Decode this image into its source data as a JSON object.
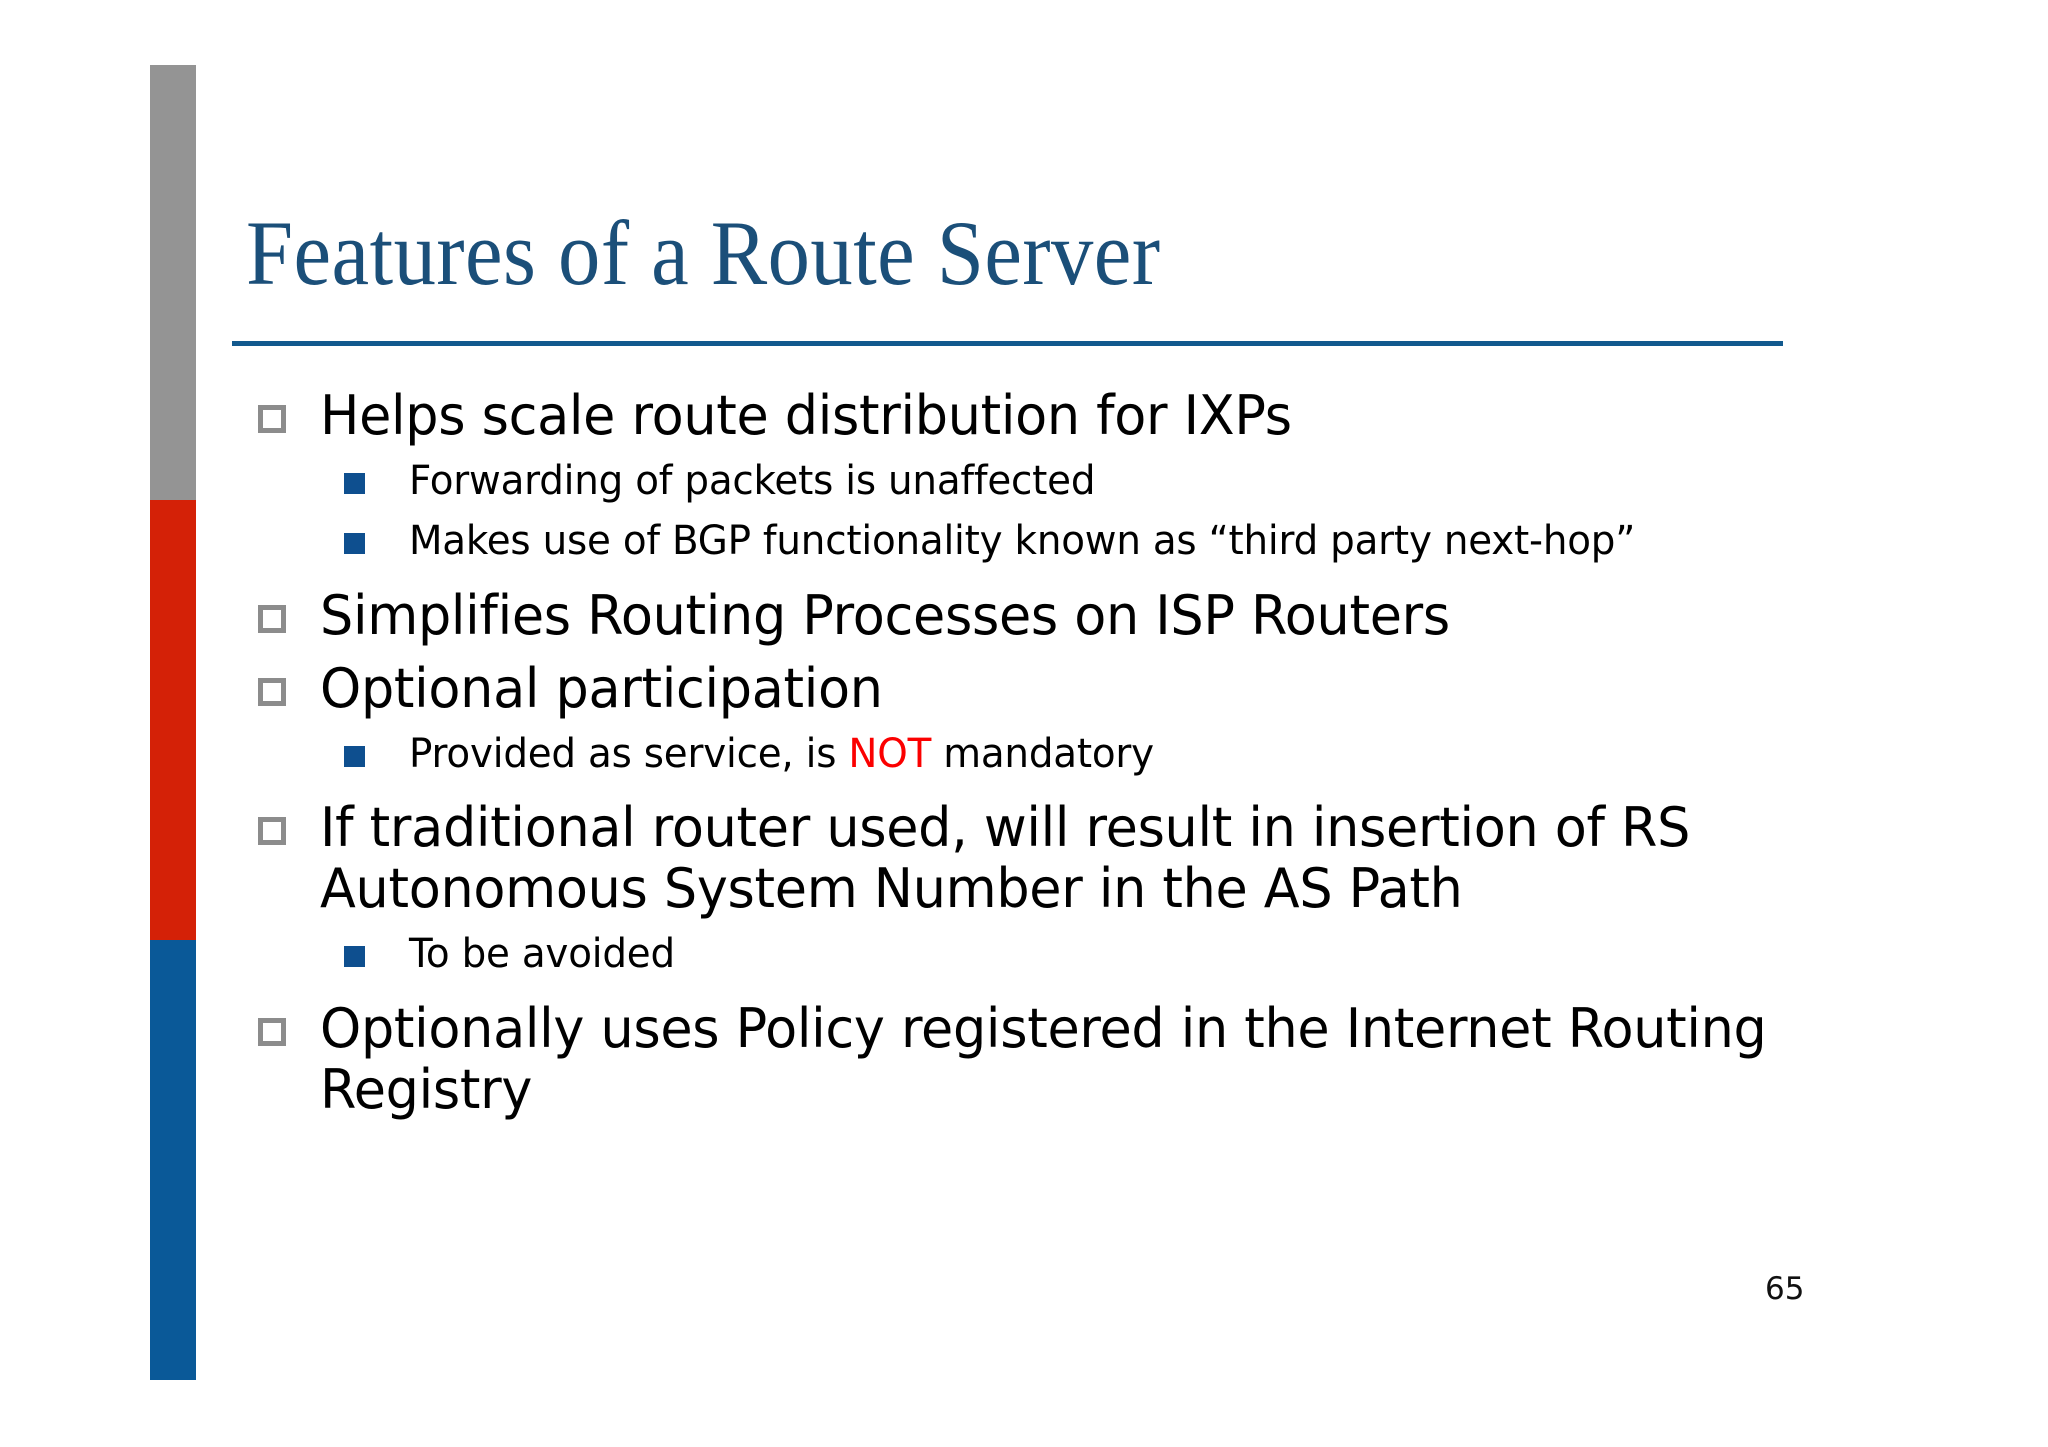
{
  "slide": {
    "title": "Features of a Route Server",
    "page_number": "65",
    "colors": {
      "title": "#1b4f79",
      "rule": "#12598e",
      "accent_gray": "#949494",
      "accent_red": "#d42107",
      "accent_blue": "#0a5998",
      "bullet_level1": "#8c8c8c",
      "bullet_level2": "#0e4f8f",
      "highlight_red": "#fb0000",
      "body_text": "#000000",
      "background": "#ffffff"
    },
    "bullets": [
      {
        "level": 1,
        "text": "Helps scale route distribution for IXPs"
      },
      {
        "level": 2,
        "text": "Forwarding of packets is unaffected"
      },
      {
        "level": 2,
        "text": "Makes use of BGP functionality known as “third party next-hop”"
      },
      {
        "level": 1,
        "text": "Simplifies Routing Processes on ISP Routers"
      },
      {
        "level": 1,
        "text": "Optional participation"
      },
      {
        "level": 2,
        "text_before": "Provided as service, is ",
        "highlight": "NOT",
        "text_after": " mandatory"
      },
      {
        "level": 1,
        "text": "If traditional router used, will result in insertion of RS Autonomous System Number in the AS Path"
      },
      {
        "level": 2,
        "text": "To be avoided"
      },
      {
        "level": 1,
        "text": "Optionally uses Policy registered in the Internet Routing Registry"
      }
    ]
  }
}
